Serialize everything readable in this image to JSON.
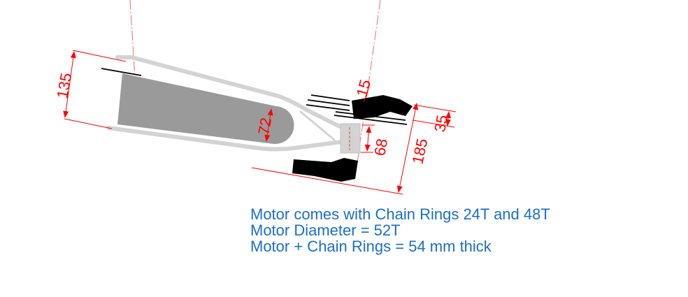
{
  "colors": {
    "dimension": "#ff0000",
    "note_text": "#1a6fc8",
    "tube": "#d3d3d3",
    "motor": "#9a9a9a",
    "chainring": "#000000",
    "centerline": "#ff6666"
  },
  "dimensions": {
    "d135": "135",
    "d72": "72",
    "d15": "15",
    "d35": "35",
    "d68": "68",
    "d185": "185"
  },
  "notes": [
    "Motor comes with Chain Rings 24T and 48T",
    "Motor Diameter = 52T",
    "Motor + Chain Rings = 54 mm thick"
  ]
}
